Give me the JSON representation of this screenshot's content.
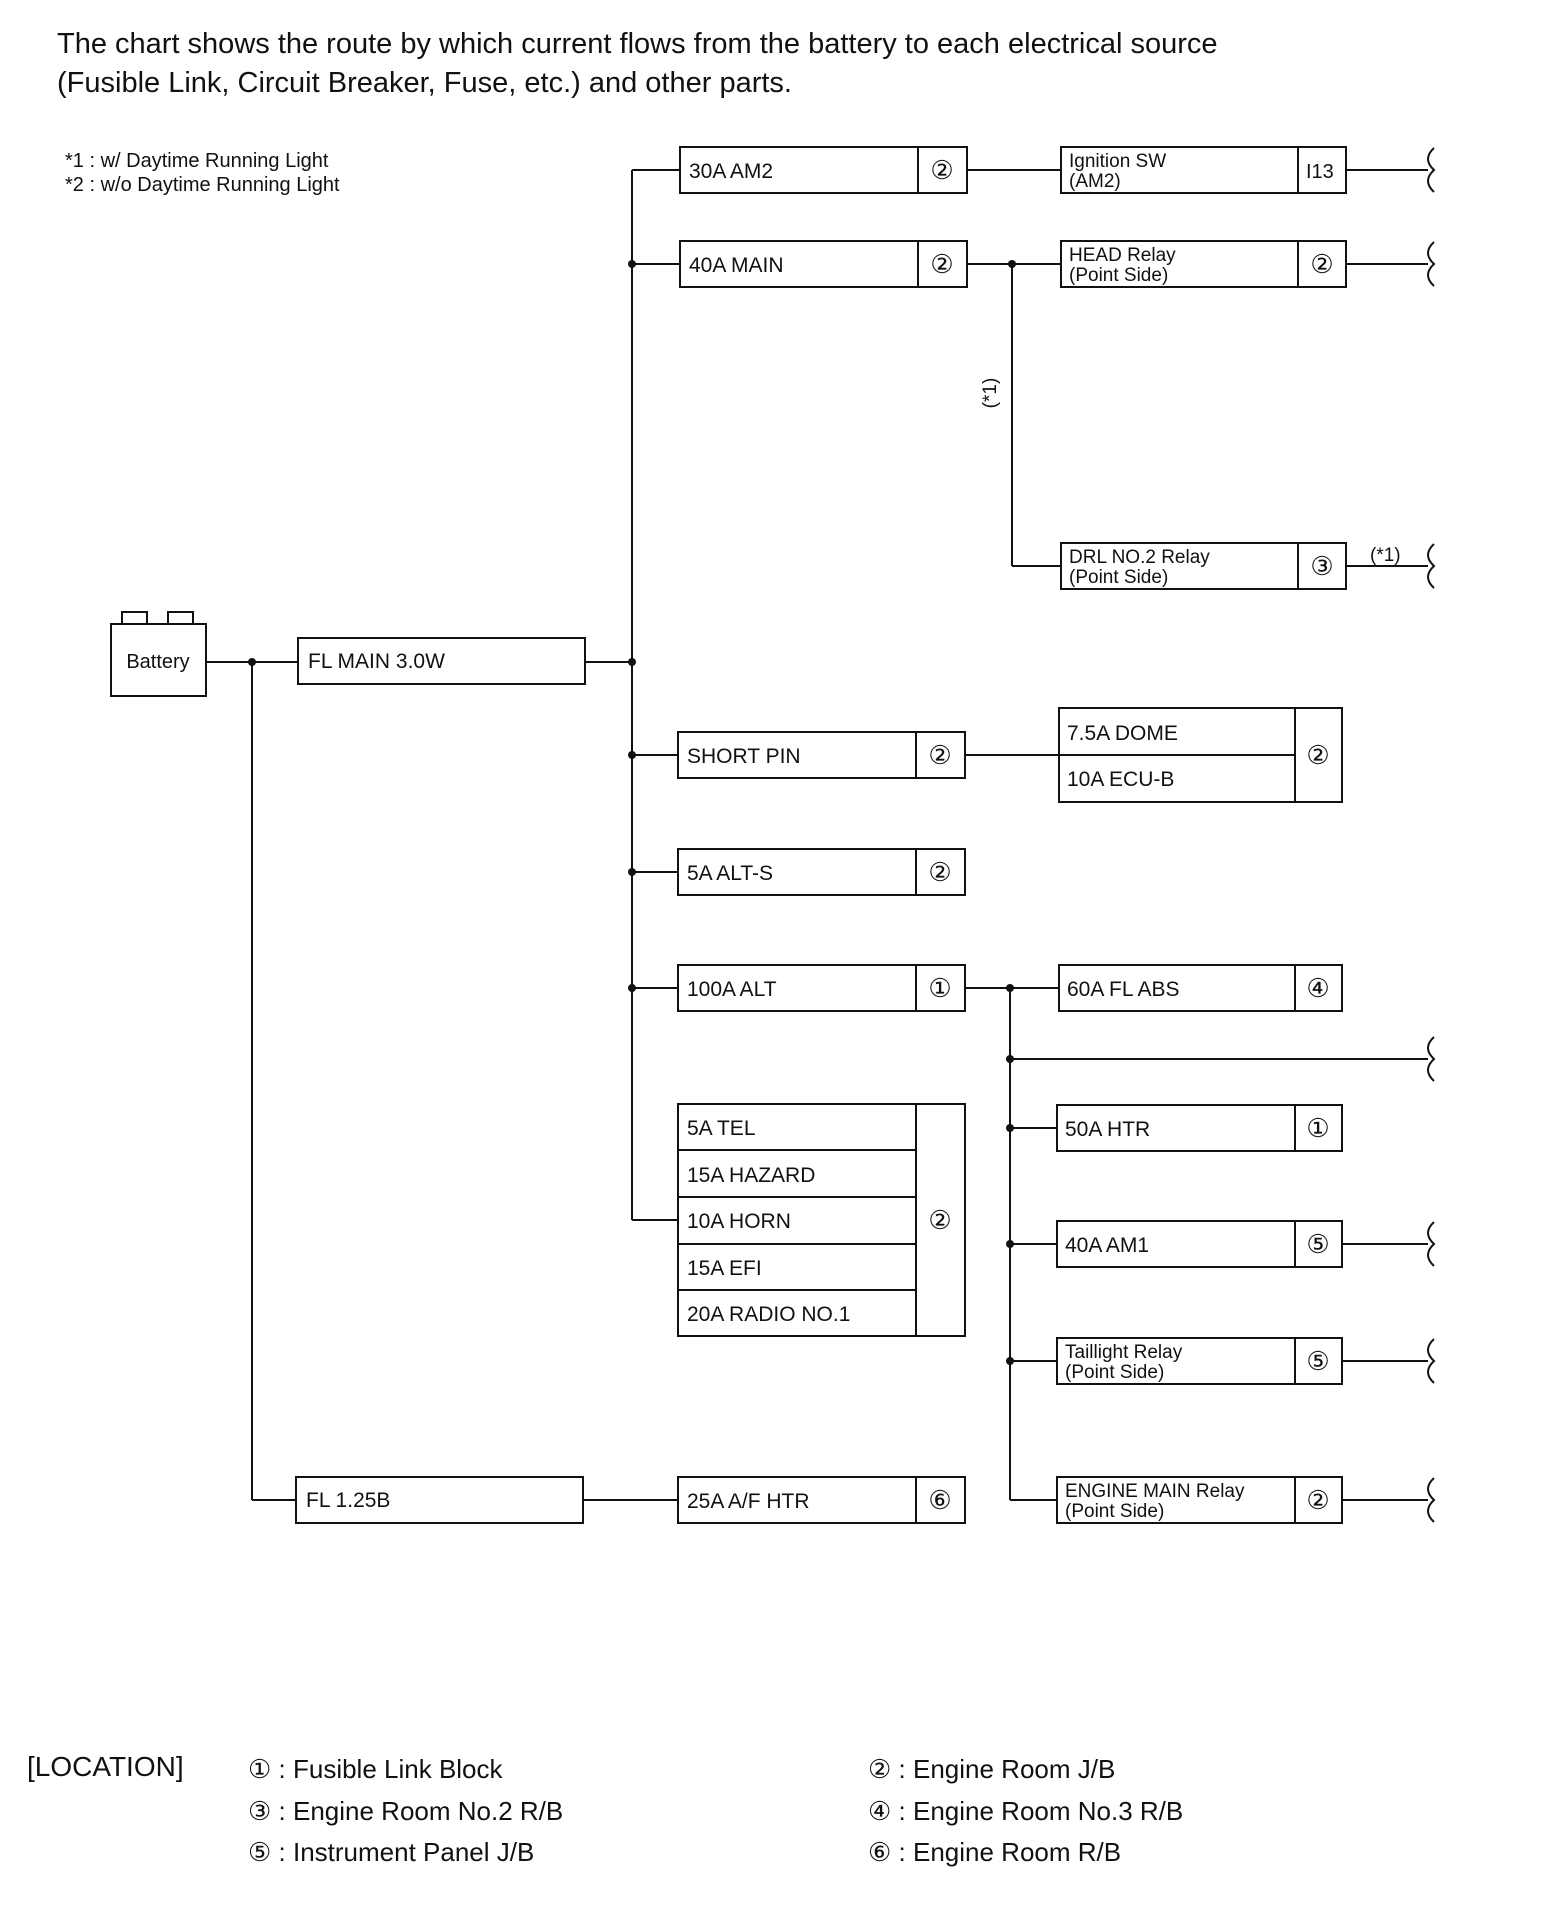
{
  "header": {
    "line1": "The chart shows the route by which current flows from the battery to each electrical source",
    "line2": "(Fusible Link, Circuit Breaker, Fuse, etc.) and other parts."
  },
  "notes": {
    "note1": "*1 : w/ Daytime Running Light",
    "note2": "*2 : w/o Daytime Running Light"
  },
  "battery": {
    "label": "Battery"
  },
  "fusible_links": {
    "main": "FL MAIN 3.0W",
    "fl125b": "FL 1.25B"
  },
  "fuses": {
    "am2": {
      "label": "30A AM2",
      "loc": "②"
    },
    "main": {
      "label": "40A MAIN",
      "loc": "②"
    },
    "short_pin": {
      "label": "SHORT PIN",
      "loc": "②"
    },
    "alt_s": {
      "label": "5A ALT-S",
      "loc": "②"
    },
    "alt": {
      "label": "100A ALT",
      "loc": "①"
    },
    "group": {
      "items": [
        "5A TEL",
        "15A HAZARD",
        "10A HORN",
        "15A EFI",
        "20A RADIO NO.1"
      ],
      "loc": "②"
    },
    "af_htr": {
      "label": "25A A/F HTR",
      "loc": "⑥"
    }
  },
  "right": {
    "ign": {
      "line1": "Ignition SW",
      "line2": "(AM2)",
      "loc": "I13"
    },
    "head": {
      "line1": "HEAD Relay",
      "line2": "(Point Side)",
      "loc": "②"
    },
    "drl_mark": "(*1)",
    "drl": {
      "line1": "DRL NO.2 Relay",
      "line2": "(Point Side)",
      "loc": "③",
      "note": "(*1)"
    },
    "dome_group": {
      "items": [
        "7.5A DOME",
        "10A ECU-B"
      ],
      "loc": "②"
    },
    "fl_abs": {
      "label": "60A FL ABS",
      "loc": "④"
    },
    "htr": {
      "label": "50A HTR",
      "loc": "①"
    },
    "am1": {
      "label": "40A AM1",
      "loc": "⑤"
    },
    "taillight": {
      "line1": "Taillight Relay",
      "line2": "(Point Side)",
      "loc": "⑤"
    },
    "engine_main": {
      "line1": "ENGINE MAIN Relay",
      "line2": "(Point Side)",
      "loc": "②"
    }
  },
  "location": {
    "title": "[LOCATION]",
    "items": [
      "① : Fusible Link Block",
      "② : Engine Room J/B",
      "③ : Engine Room No.2 R/B",
      "④ : Engine Room No.3 R/B",
      "⑤ : Instrument Panel J/B",
      "⑥ : Engine Room R/B"
    ]
  }
}
